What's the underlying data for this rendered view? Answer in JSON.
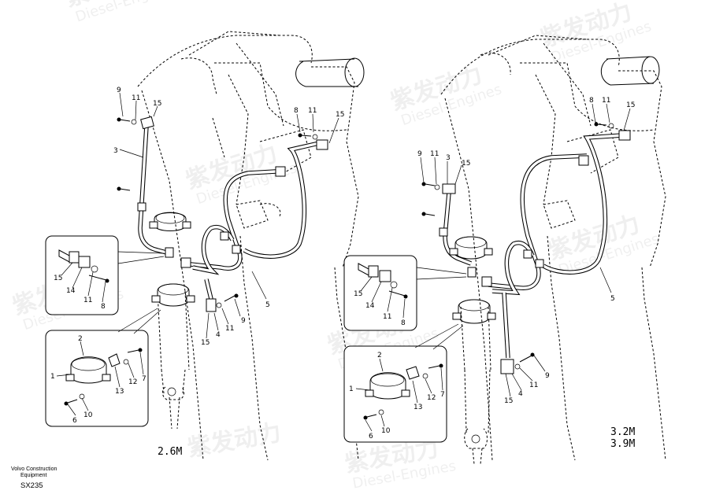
{
  "watermark": {
    "cn": "紫发动力",
    "en": "Diesel-Engines"
  },
  "footer": {
    "brand_line1": "Volvo Construction",
    "brand_line2": "Equipment",
    "code": "SX235"
  },
  "left_view": {
    "size_label": "2.6M",
    "labels": {
      "l9a": "9",
      "l11a": "11",
      "l15a": "15",
      "l3": "3",
      "l8b": "8",
      "l11b": "11",
      "l15b": "15",
      "l5": "5",
      "l9c": "9",
      "l11c": "11",
      "l4": "4",
      "l15c": "15",
      "i15": "15",
      "i14": "14",
      "i11": "11",
      "i8": "8",
      "c2": "2",
      "c1": "1",
      "c13": "13",
      "c12": "12",
      "c7": "7",
      "c6": "6",
      "c10": "10"
    }
  },
  "right_view": {
    "size_label_1": "3.2M",
    "size_label_2": "3.9M",
    "labels": {
      "l9a": "9",
      "l11a": "11",
      "l3": "3",
      "l15a": "15",
      "l8b": "8",
      "l11b": "11",
      "l15b": "15",
      "l5": "5",
      "l9c": "9",
      "l11c": "11",
      "l4": "4",
      "l15c": "15",
      "i15": "15",
      "i14": "14",
      "i11": "11",
      "i8": "8",
      "c2": "2",
      "c1": "1",
      "c13": "13",
      "c12": "12",
      "c7": "7",
      "c6": "6",
      "c10": "10"
    }
  }
}
